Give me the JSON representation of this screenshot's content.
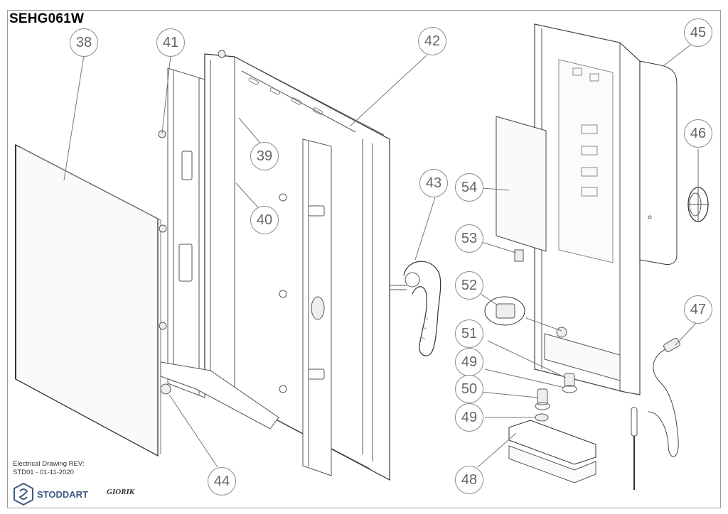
{
  "drawing": {
    "code": "SEHG061W",
    "footer_line1": "Electrical  Drawing REV:",
    "footer_line2": "STD01 - 01-11-2020",
    "brand_primary": "STODDART",
    "brand_secondary": "GIORIK",
    "brand_color": "#3d5a80"
  },
  "callouts": [
    {
      "id": "38",
      "label": "38"
    },
    {
      "id": "39",
      "label": "39"
    },
    {
      "id": "40",
      "label": "40"
    },
    {
      "id": "41",
      "label": "41"
    },
    {
      "id": "42",
      "label": "42"
    },
    {
      "id": "43",
      "label": "43"
    },
    {
      "id": "44",
      "label": "44"
    },
    {
      "id": "45",
      "label": "45"
    },
    {
      "id": "46",
      "label": "46"
    },
    {
      "id": "47",
      "label": "47"
    },
    {
      "id": "48",
      "label": "48"
    },
    {
      "id": "49a",
      "label": "49"
    },
    {
      "id": "49b",
      "label": "49"
    },
    {
      "id": "50",
      "label": "50"
    },
    {
      "id": "51",
      "label": "51"
    },
    {
      "id": "52",
      "label": "52"
    },
    {
      "id": "53",
      "label": "53"
    },
    {
      "id": "54",
      "label": "54"
    }
  ]
}
